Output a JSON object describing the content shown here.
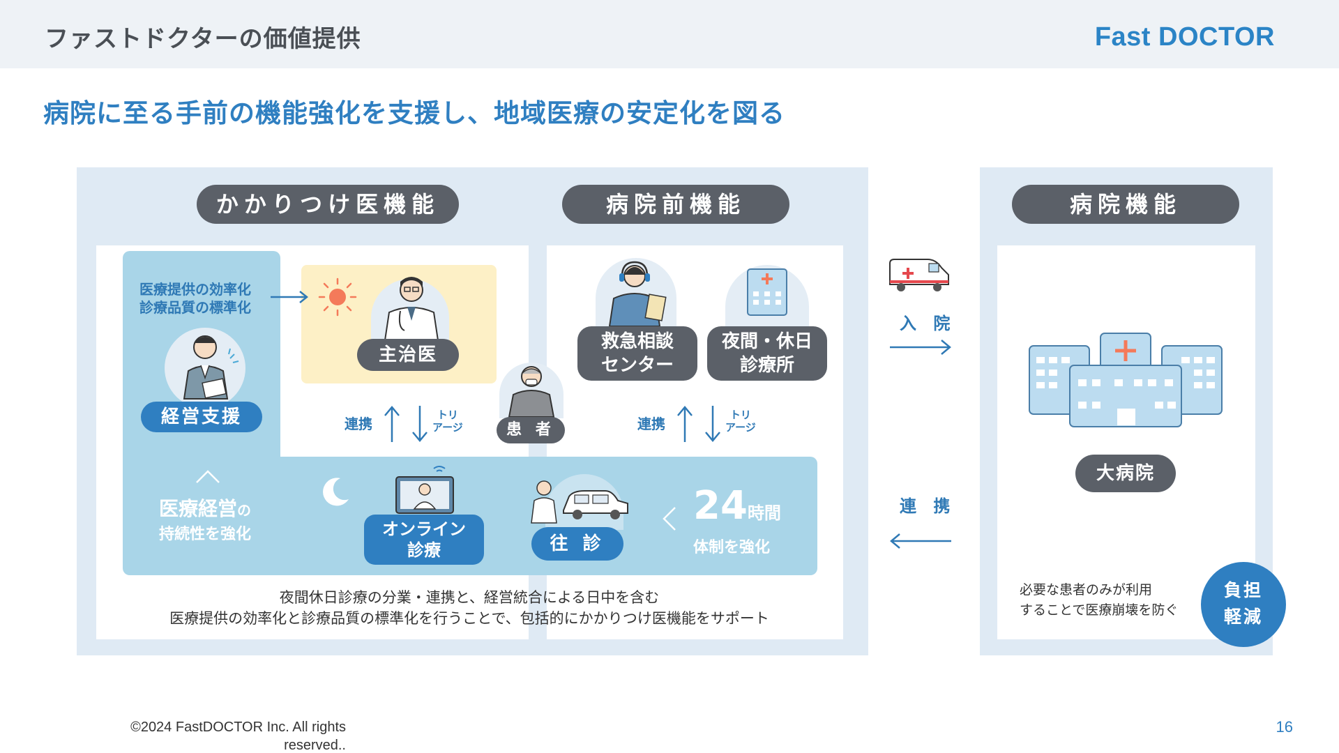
{
  "header": {
    "title": "ファストドクターの価値提供",
    "brand": "Fast DOCTOR"
  },
  "headline": "病院に至る手前の機能強化を支援し、地域医療の安定化を図る",
  "sections": {
    "kakari_title": "かかりつけ医機能",
    "pre_hospital_title": "病院前機能",
    "hospital_title": "病院機能"
  },
  "kakari": {
    "note_line1": "医療提供の効率化",
    "note_line2": "診療品質の標準化",
    "management_support": "経営支援",
    "attending_doctor": "主治医",
    "patient": "患 者",
    "renkei": "連携",
    "triage_line1": "トリ",
    "triage_line2": "アージ",
    "sustain_line1_main": "医療経営",
    "sustain_line1_suffix": "の",
    "sustain_line2": "持続性を強化",
    "online_line1": "オンライン",
    "online_line2": "診療",
    "house_call": "往 診",
    "hours_number": "24",
    "hours_unit": "時間",
    "hours_line2": "体制を強化",
    "caption_line1": "夜間休日診療の分業・連携と、経営統合による日中を含む",
    "caption_line2": "医療提供の効率化と診療品質の標準化を行うことで、包括的にかかりつけ医機能をサポート"
  },
  "pre_hospital": {
    "emergency_line1": "救急相談",
    "emergency_line2": "センター",
    "night_line1": "夜間・休日",
    "night_line2": "診療所",
    "renkei": "連携",
    "triage_line1": "トリ",
    "triage_line2": "アージ"
  },
  "flows": {
    "admission": "入 院",
    "cooperation": "連 携"
  },
  "hospital": {
    "big_hospital": "大病院",
    "note_line1": "必要な患者のみが利用",
    "note_line2": "することで医療崩壊を防ぐ",
    "burden_line1": "負担",
    "burden_line2": "軽減"
  },
  "footer": {
    "copyright_line1": "©2024  FastDOCTOR Inc. All rights",
    "copyright_line2": "reserved..",
    "page_number": "16"
  },
  "colors": {
    "accent_blue": "#2f7fc1",
    "dark_gray": "#5b6068",
    "light_blue": "#a9d5e8",
    "panel_bg": "#dfeaf4"
  }
}
